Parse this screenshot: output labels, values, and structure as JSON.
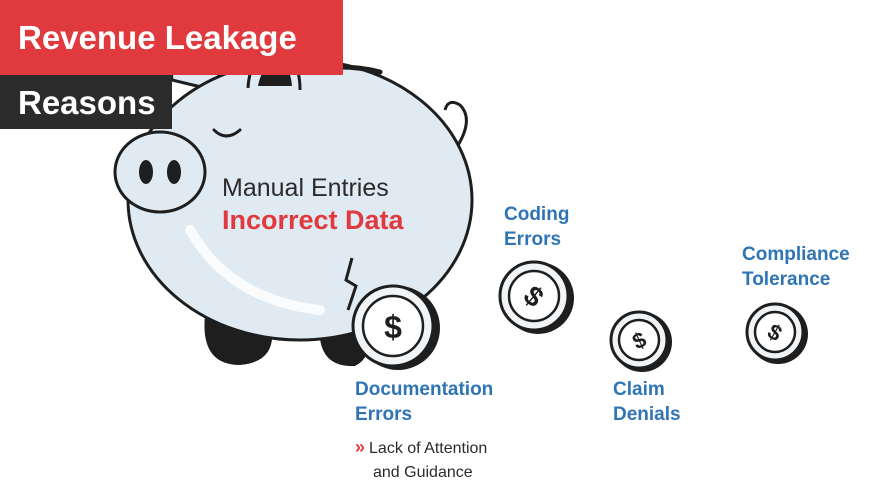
{
  "title": "Revenue Leakage",
  "subtitle": "Reasons",
  "center": {
    "line1": "Manual Entries",
    "line2": "Incorrect Data"
  },
  "labels": {
    "documentation": {
      "line1": "Documentation",
      "line2": "Errors"
    },
    "coding": {
      "line1": "Coding",
      "line2": "Errors"
    },
    "claim": {
      "line1": "Claim",
      "line2": "Denials"
    },
    "compliance": {
      "line1": "Compliance",
      "line2": "Tolerance"
    }
  },
  "documentation_sub": {
    "bullet": "»",
    "line1": "Lack of Attention",
    "line2": "and Guidance"
  },
  "coin_symbol": "$",
  "colors": {
    "red": "#e03a3e",
    "dark": "#2b2b2b",
    "blue": "#2f74b5",
    "pig": "#dfeaf2"
  }
}
